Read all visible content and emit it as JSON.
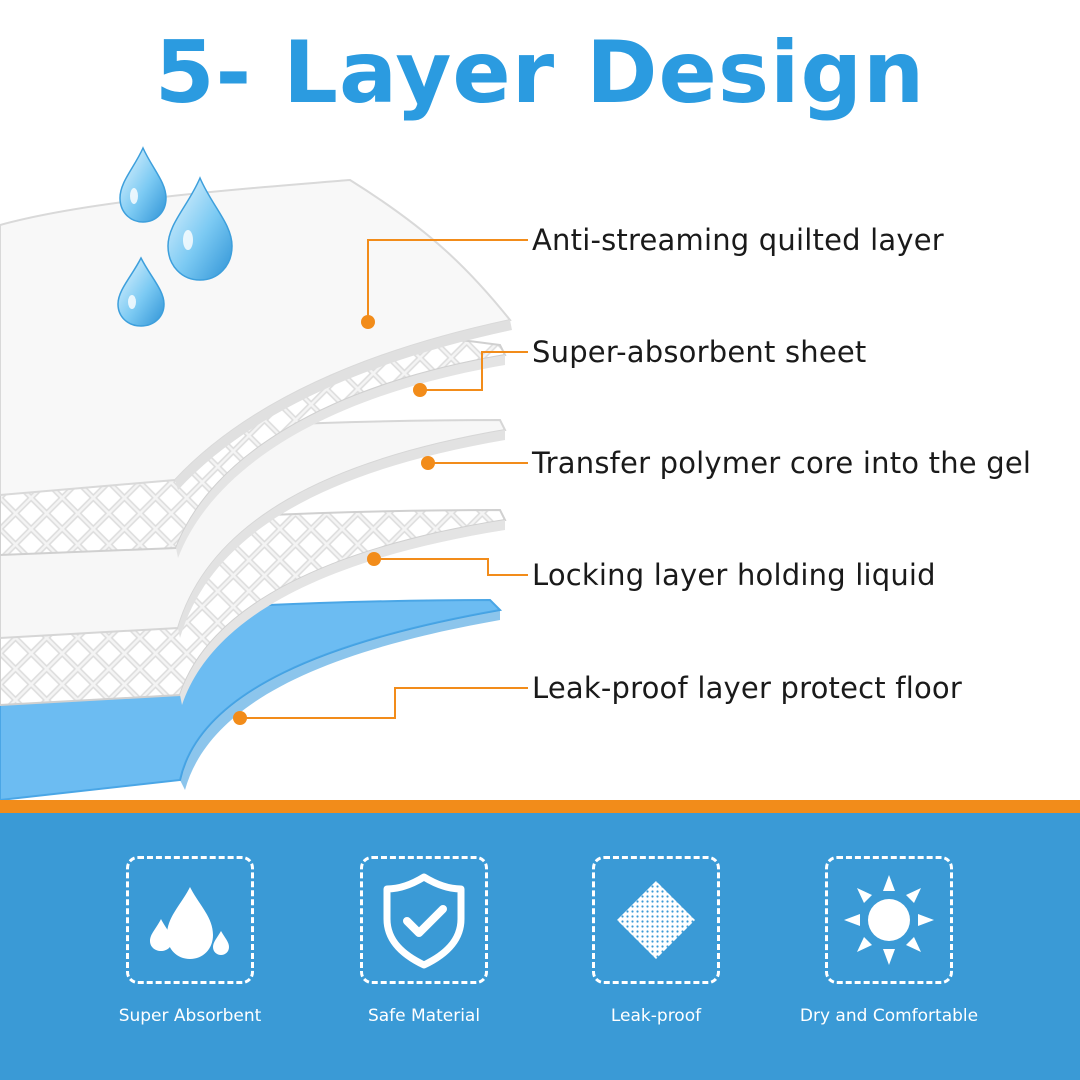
{
  "title": "5- Layer Design",
  "layers": [
    {
      "label": "Anti-streaming quilted layer"
    },
    {
      "label": "Super-absorbent sheet"
    },
    {
      "label": "Transfer polymer core into the gel"
    },
    {
      "label": "Locking layer holding liquid"
    },
    {
      "label": "Leak-proof layer protect floor"
    }
  ],
  "features": [
    {
      "label": "Super Absorbent",
      "icon": "water-drops-icon"
    },
    {
      "label": "Safe Material",
      "icon": "shield-check-icon"
    },
    {
      "label": "Leak-proof",
      "icon": "mesh-diamond-icon"
    },
    {
      "label": "Dry and Comfortable",
      "icon": "sun-icon"
    }
  ],
  "colors": {
    "title": "#2b9be0",
    "accent_orange": "#f28c1a",
    "band_blue": "#3a9ad6",
    "bottom_layer_blue": "#6cbcf2"
  }
}
